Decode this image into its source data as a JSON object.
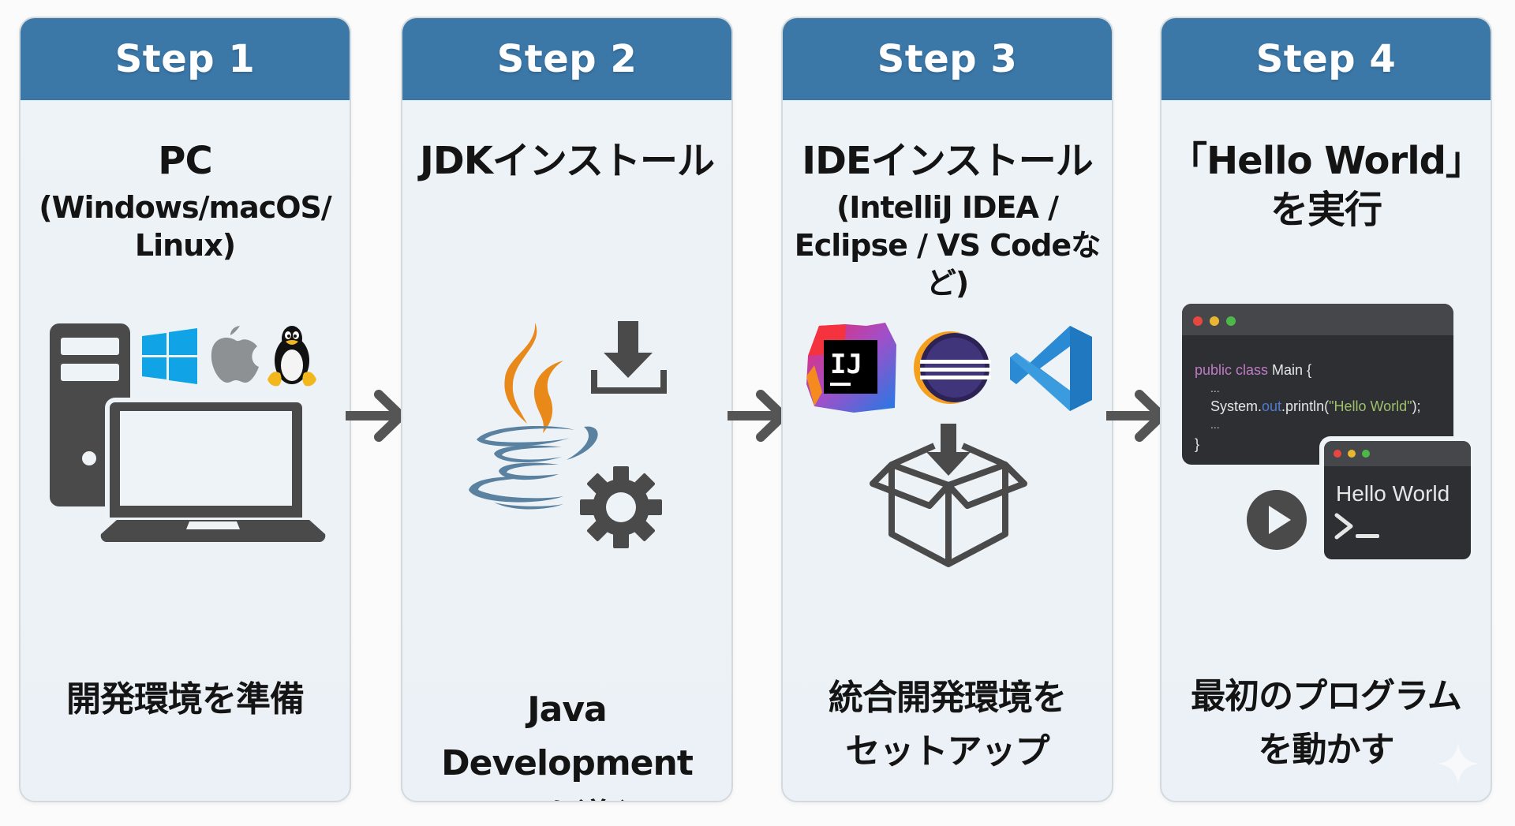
{
  "colors": {
    "header": "#3b77a7",
    "icon_gray": "#4a4a4a",
    "java_orange": "#e8891a",
    "java_blue": "#5a82a0",
    "windows_blue": "#10a3e6",
    "apple_gray": "#8e9194",
    "code_keyword": "#c07ac6",
    "code_field": "#4f7bd0",
    "code_string": "#9fbf6a"
  },
  "steps": [
    {
      "label": "Step 1",
      "title": "PC",
      "subtitle_lines": [
        "(Windows/macOS/",
        "Linux)"
      ],
      "icons": [
        "desktop-tower-icon",
        "laptop-icon",
        "windows-logo-icon",
        "apple-logo-icon",
        "linux-tux-icon"
      ],
      "footer_lines": [
        "開発環境を準備"
      ]
    },
    {
      "label": "Step 2",
      "title": "JDKインストール",
      "subtitle_lines": [],
      "icons": [
        "java-logo-icon",
        "download-icon",
        "gear-icon"
      ],
      "footer_lines": [
        "Java Development",
        "Kitを導入"
      ]
    },
    {
      "label": "Step 3",
      "title": "IDEインストール",
      "subtitle_lines": [
        "(IntelliJ IDEA /",
        "Eclipse / VS Codeなど)"
      ],
      "icons": [
        "intellij-logo-icon",
        "eclipse-logo-icon",
        "vscode-logo-icon",
        "box-install-icon"
      ],
      "footer_lines": [
        "統合開発環境を",
        "セットアップ"
      ]
    },
    {
      "label": "Step 4",
      "title": "「Hello World」",
      "title_line2": "を実行",
      "subtitle_lines": [],
      "icons": [
        "code-editor-window-icon",
        "play-button-icon",
        "terminal-window-icon"
      ],
      "footer_lines": [
        "最初のプログラム",
        "を動かす"
      ],
      "code": {
        "line1_keyword": "public class",
        "line1_rest": " Main {",
        "line2": "...",
        "line3_a": "System.",
        "line3_field": "out",
        "line3_b": ".println(",
        "line3_string": "\"Hello World\"",
        "line3_c": ");",
        "line4": "...",
        "line5": "}"
      },
      "terminal": {
        "output": "Hello World",
        "prompt": ">_"
      }
    }
  ],
  "arrows": [
    "arrow-right-icon",
    "arrow-right-icon",
    "arrow-right-icon"
  ]
}
